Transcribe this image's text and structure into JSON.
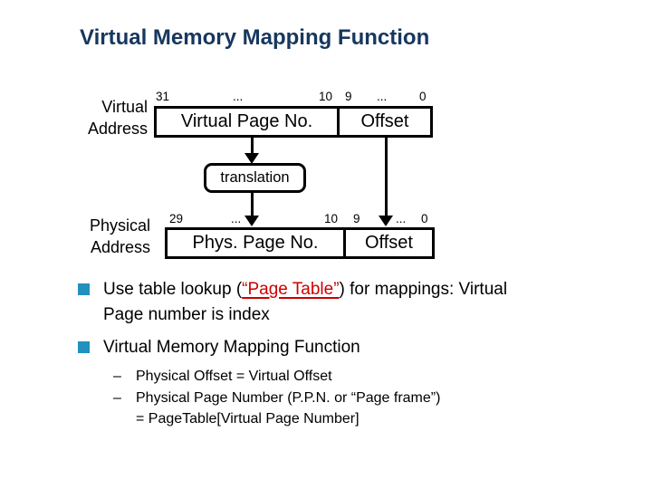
{
  "slide": {
    "title": "Virtual Memory Mapping Function"
  },
  "diagram": {
    "virtual": {
      "label_line1": "Virtual",
      "label_line2": "Address",
      "bits": [
        "31",
        "...",
        "10",
        "9",
        "...",
        "0"
      ],
      "cell1": "Virtual Page No.",
      "cell2": "Offset"
    },
    "translation_label": "translation",
    "physical": {
      "label_line1": "Physical",
      "label_line2": "Address",
      "bits": [
        "29",
        "...",
        "10",
        "9",
        "...",
        "0"
      ],
      "cell1": "Phys. Page No.",
      "cell2": "Offset"
    }
  },
  "bullets": {
    "dash": "–",
    "b1_pre": "Use table lookup (",
    "b1_link": "“Page Table”",
    "b1_post": ") for mappings: Virtual",
    "b1_line2": "Page number is index",
    "b2": "Virtual Memory Mapping Function",
    "sub1": "Physical Offset = Virtual Offset",
    "sub2_line1": "Physical Page Number (P.P.N. or “Page frame”)",
    "sub2_line2": "= PageTable[Virtual Page Number]"
  },
  "colors": {
    "title_color": "#17375E",
    "square_color": "#2191BE",
    "link_color": "#CC0000"
  }
}
